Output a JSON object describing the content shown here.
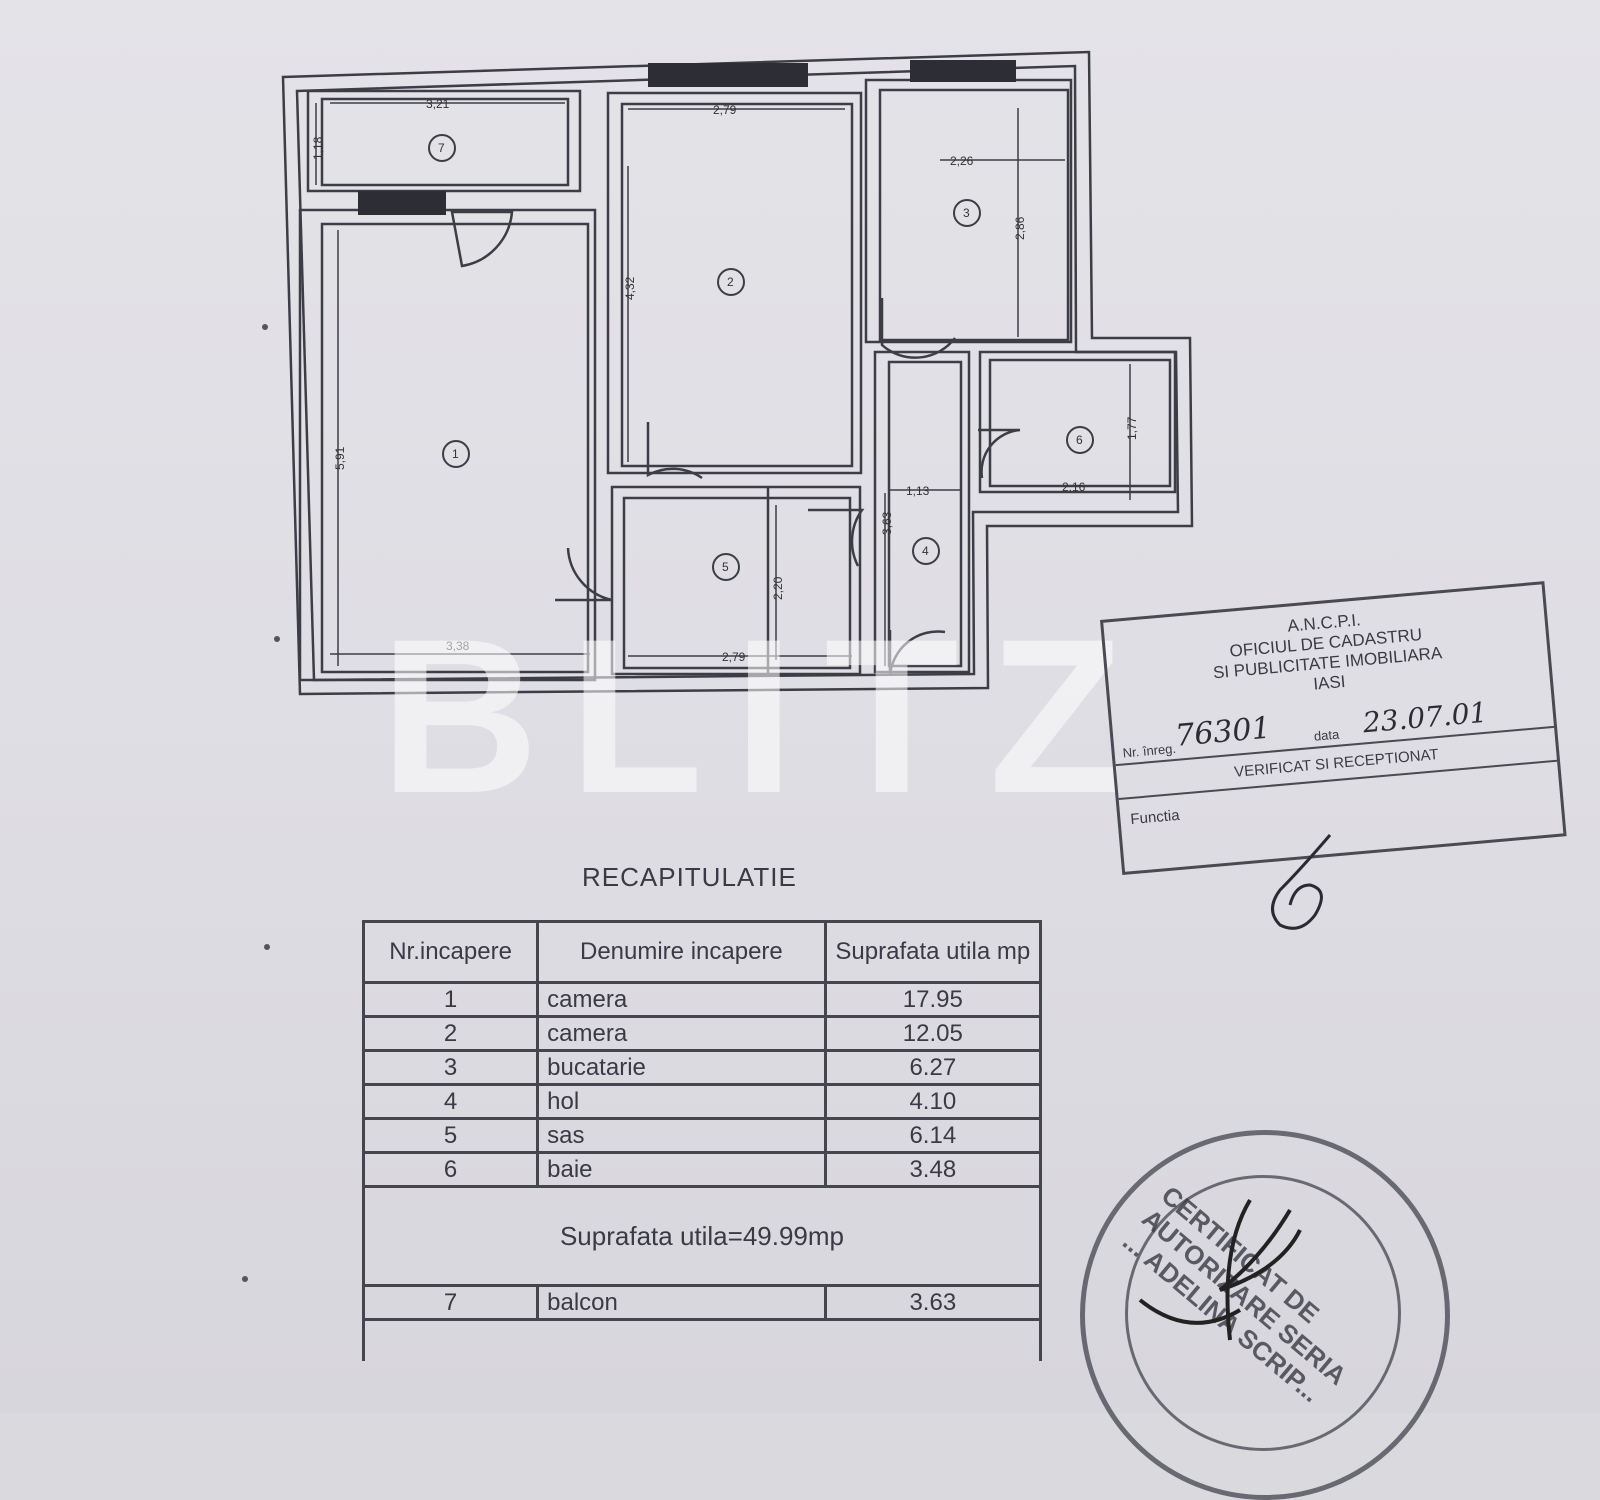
{
  "floorplan": {
    "rooms": [
      "1",
      "2",
      "3",
      "4",
      "5",
      "6",
      "7"
    ],
    "dimensions": [
      "3,21",
      "1,18",
      "2,79",
      "2,26",
      "2,86",
      "4,32",
      "5,91",
      "1,77",
      "1,13",
      "2,16",
      "3,63",
      "2,20",
      "3,38",
      "2,79"
    ]
  },
  "watermark": "BLITZ",
  "stamp": {
    "org_lines": [
      "A.N.C.P.I.",
      "OFICIUL DE CADASTRU",
      "SI PUBLICITATE IMOBILIARA",
      "IASI"
    ],
    "reg_label": "Nr. înreg.",
    "reg_no": "76301",
    "date_label": "data",
    "date": "23.07.01",
    "verified": "VERIFICAT SI RECEPTIONAT",
    "functia": "Functia"
  },
  "recap": {
    "title": "RECAPITULATIE",
    "headers": [
      "Nr.incapere",
      "Denumire incapere",
      "Suprafata utila mp"
    ],
    "rows": [
      {
        "nr": "1",
        "name": "camera",
        "area": "17.95"
      },
      {
        "nr": "2",
        "name": "camera",
        "area": "12.05"
      },
      {
        "nr": "3",
        "name": "bucatarie",
        "area": "6.27"
      },
      {
        "nr": "4",
        "name": "hol",
        "area": "4.10"
      },
      {
        "nr": "5",
        "name": "sas",
        "area": "6.14"
      },
      {
        "nr": "6",
        "name": "baie",
        "area": "3.48"
      }
    ],
    "total": "Suprafata utila=49.99mp",
    "balcony": {
      "nr": "7",
      "name": "balcon",
      "area": "3.63"
    }
  },
  "seal": {
    "text": "CERTIFICAT DE AUTORIZARE SERIA ... ADELINA SCRIP..."
  }
}
